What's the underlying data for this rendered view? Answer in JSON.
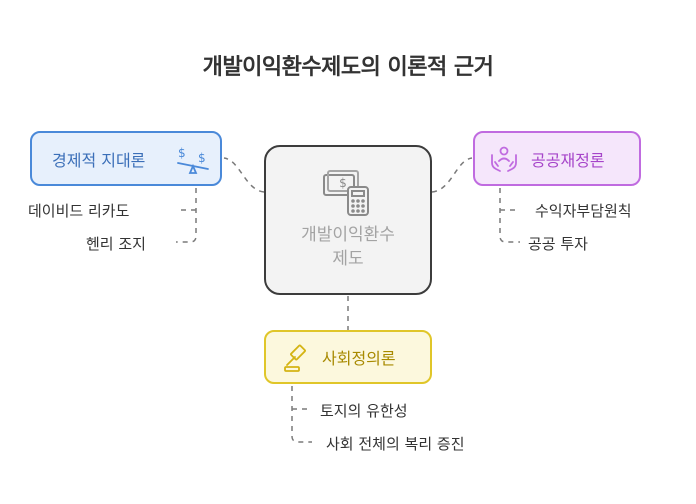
{
  "title": "개발이익환수제도의 이론적 근거",
  "center": {
    "line1": "개발이익환수",
    "line2": "제도",
    "icon": "money-calculator-icon"
  },
  "branches": {
    "economic": {
      "label": "경제적 지대론",
      "icon": "seesaw-coin-icon",
      "items": [
        "데이비드 리카도",
        "헨리 조지"
      ]
    },
    "public": {
      "label": "공공재정론",
      "icon": "hands-person-icon",
      "items": [
        "수익자부담원칙",
        "공공 투자"
      ]
    },
    "social": {
      "label": "사회정의론",
      "icon": "gavel-icon",
      "items": [
        "토지의 유한성",
        "사회 전체의 복리 증진"
      ]
    }
  },
  "colors": {
    "economic": "#4a89d9",
    "public": "#c06be0",
    "social": "#e0c629",
    "center": "#3c3c3c"
  }
}
